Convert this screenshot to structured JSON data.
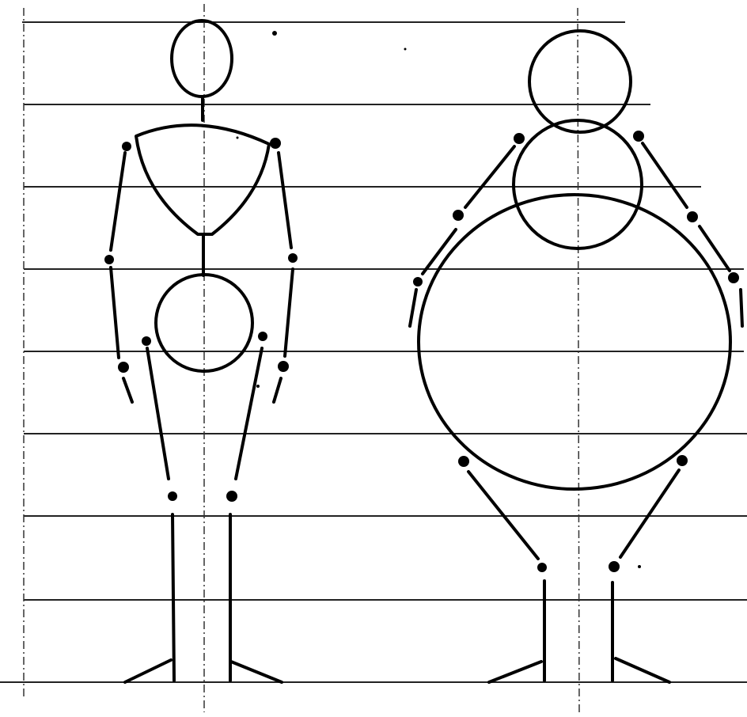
{
  "figure": {
    "subject": "proportion-comparison",
    "figures": [
      {
        "name": "standard-figure",
        "build": "slim"
      },
      {
        "name": "round-figure",
        "build": "heavy"
      }
    ],
    "grid_rows": 8,
    "ink_color": "#000000",
    "paper_color": "#ffffff"
  }
}
